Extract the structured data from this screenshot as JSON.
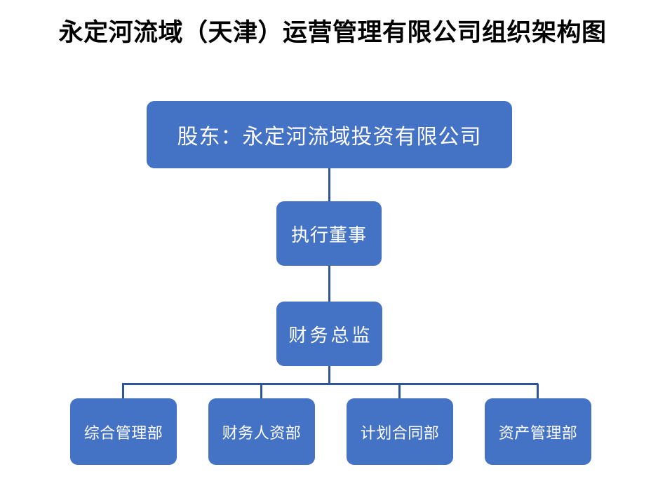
{
  "page": {
    "title": "永定河流域（天津）运营管理有限公司组织架构图",
    "background_color": "#ffffff"
  },
  "theme": {
    "node_fill": "#4472C4",
    "node_text_color": "#ffffff",
    "connector_color": "#2F5597",
    "title_color": "#000000"
  },
  "chart_data": {
    "type": "diagram",
    "diagram_kind": "organization-chart",
    "title": "永定河流域（天津）运营管理有限公司组织架构图",
    "orientation": "top-down",
    "levels": [
      {
        "level": 1,
        "nodes": [
          {
            "id": "shareholder",
            "label": "股东：永定河流域投资有限公司"
          }
        ]
      },
      {
        "level": 2,
        "nodes": [
          {
            "id": "executive-director",
            "label": "执行董事"
          }
        ]
      },
      {
        "level": 3,
        "nodes": [
          {
            "id": "cfo",
            "label": "财务总监"
          }
        ]
      },
      {
        "level": 4,
        "nodes": [
          {
            "id": "dept-general-management",
            "label": "综合管理部"
          },
          {
            "id": "dept-finance-hr",
            "label": "财务人资部"
          },
          {
            "id": "dept-plan-contract",
            "label": "计划合同部"
          },
          {
            "id": "dept-asset-management",
            "label": "资产管理部"
          }
        ]
      }
    ],
    "edges": [
      {
        "from": "shareholder",
        "to": "executive-director"
      },
      {
        "from": "executive-director",
        "to": "cfo"
      },
      {
        "from": "cfo",
        "to": "dept-general-management"
      },
      {
        "from": "cfo",
        "to": "dept-finance-hr"
      },
      {
        "from": "cfo",
        "to": "dept-plan-contract"
      },
      {
        "from": "cfo",
        "to": "dept-asset-management"
      }
    ]
  },
  "nodes": {
    "shareholder": {
      "label": "股东：永定河流域投资有限公司"
    },
    "executive_director": {
      "label": "执行董事"
    },
    "cfo": {
      "label": "财务总监"
    },
    "departments": [
      {
        "label": "综合管理部"
      },
      {
        "label": "财务人资部"
      },
      {
        "label": "计划合同部"
      },
      {
        "label": "资产管理部"
      }
    ]
  }
}
